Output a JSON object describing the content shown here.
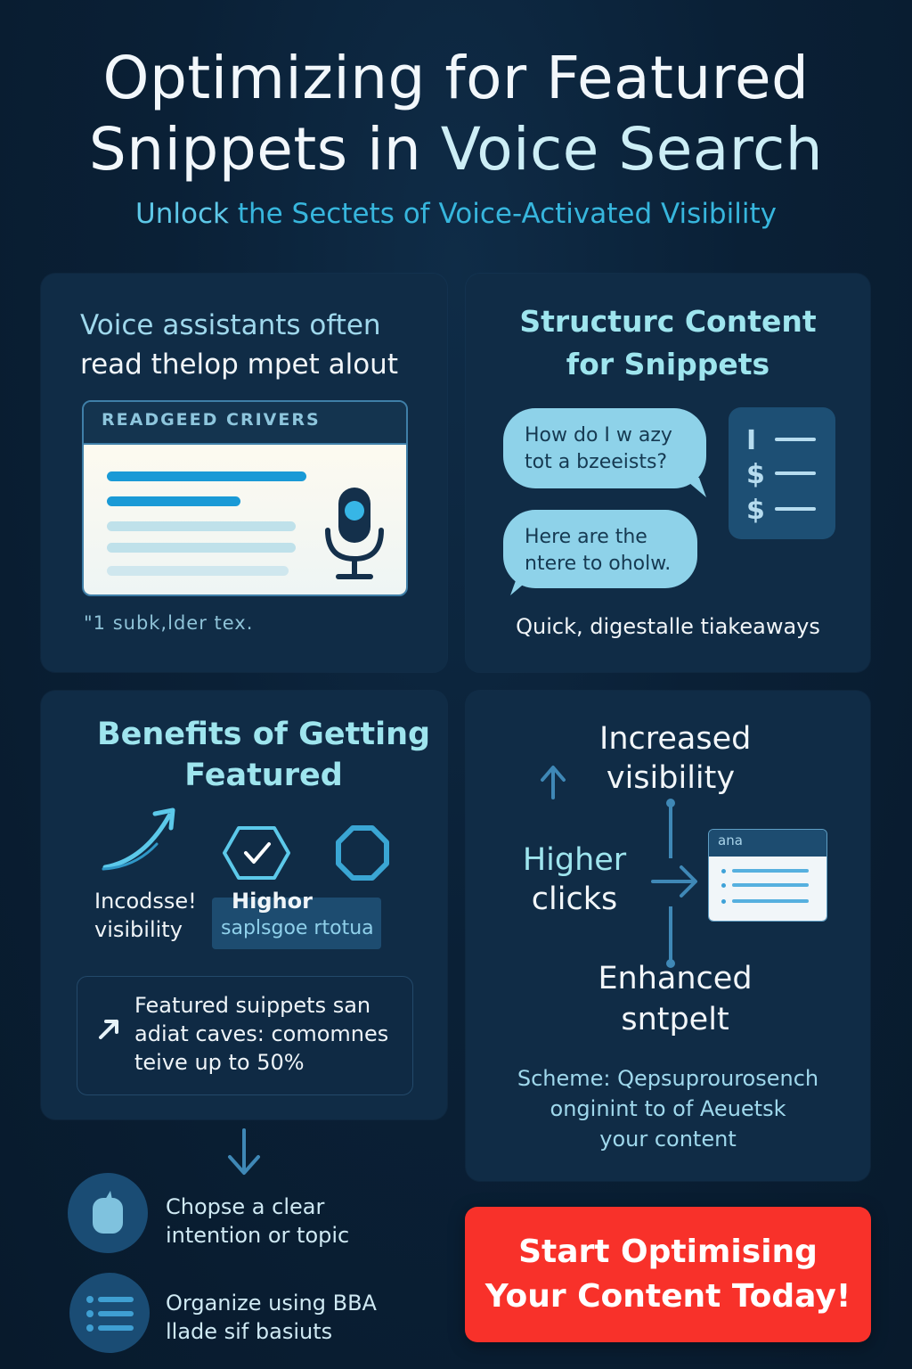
{
  "header": {
    "title_line1": "Optimizing for Featured",
    "title_line2_a": "Snippets in ",
    "title_line2_b": "Voice Search",
    "subtitle_a": "Unlock",
    "subtitle_b": " the Sectets of Voice-Activated Visibility"
  },
  "card_voice": {
    "heading_line1": "Voice assistants often",
    "heading_line2": "read thelop mpet alout",
    "panel_label": "READGEED CRIVERS",
    "footer": "\"1  subk,lder tex.",
    "icon": "microphone-icon"
  },
  "card_structure": {
    "heading_line1": "Structurc Content",
    "heading_line2": "for Snippets",
    "question_line1": "How do I w azy",
    "question_line2": "tot a bzeeists?",
    "answer_line1": "Here are the",
    "answer_line2": "ntere to oholw.",
    "list_marks": [
      "I",
      "$",
      "$"
    ],
    "footer": "Quick, digestalle tiakeaways"
  },
  "card_benefits": {
    "heading_line1": "Benefits of Getting",
    "heading_line2": "Featured",
    "label1_line1": "Incodsse!",
    "label1_line2": "visibility",
    "label2_head": "Highor",
    "label2_sub": "saplsgoe rtotua",
    "note_line1": "Featured suippets san",
    "note_line2": "adiat caves: comomnes",
    "note_line3": "teive up to 50%"
  },
  "card_flow": {
    "top_line1": "Increased",
    "top_line2": "visibility",
    "left_line1": "Higher",
    "left_line2": "clicks",
    "bottom_line1": "Enhanced",
    "bottom_line2": "sntpelt",
    "minicard_label": "ana",
    "footer_line1": "Scheme: Qepsuprourosench",
    "footer_line2": "onginint to of Aeuetsk",
    "footer_line3": "your content"
  },
  "steps": [
    {
      "line1": "Chopse a clear",
      "line2": "intention or topic",
      "icon": "chat-bubble-icon"
    },
    {
      "line1": "Organize using BBA",
      "line2": "llade sif basiuts",
      "icon": "list-icon"
    }
  ],
  "cta": {
    "line1": "Start Optimising",
    "line2": "Your Content Today!"
  },
  "colors": {
    "background": "#0a2036",
    "card": "#102c46",
    "accent_cyan": "#9ee5ee",
    "accent_blue": "#37b6dd",
    "cta_red": "#f8312a"
  }
}
